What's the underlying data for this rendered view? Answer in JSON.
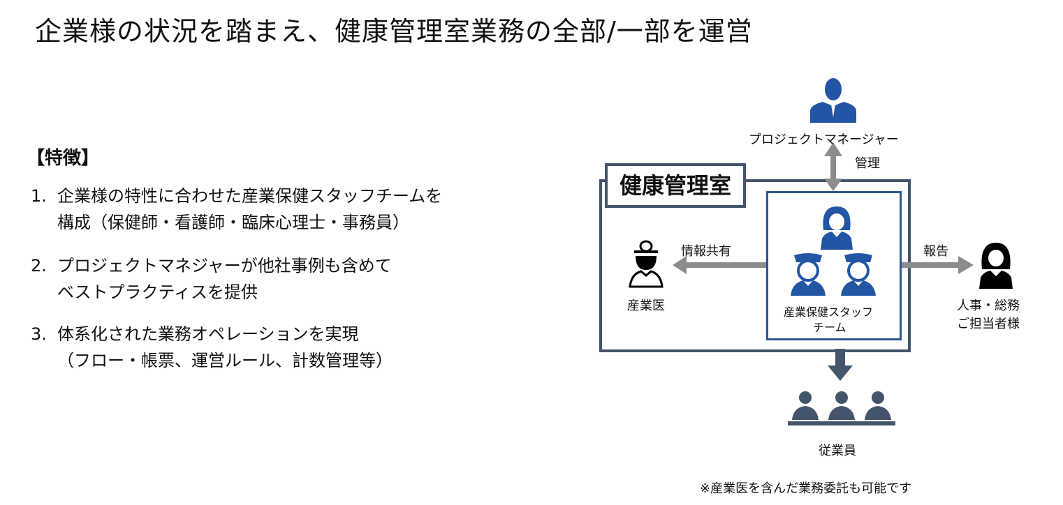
{
  "title": "企業様の状況を踏まえ、健康管理室業務の全部/一部を運営",
  "features": {
    "heading": "【特徴】",
    "items": [
      {
        "num": "1.",
        "line1": "企業様の特性に合わせた産業保健スタッフチームを",
        "line2": "構成（保健師・看護師・臨床心理士・事務員）"
      },
      {
        "num": "2.",
        "line1": "プロジェクトマネジャーが他社事例も含めて",
        "line2": "ベストプラクティスを提供"
      },
      {
        "num": "3.",
        "line1": "体系化された業務オペレーションを実現",
        "line2": "（フロー・帳票、運営ルール、計数管理等）"
      }
    ]
  },
  "diagram": {
    "room": "健康管理室",
    "pm": "プロジェクトマネージャー",
    "manage": "管理",
    "share": "情報共有",
    "doctor": "産業医",
    "team_line1": "産業保健スタッフ",
    "team_line2": "チーム",
    "report": "報告",
    "hr_line1": "人事・総務",
    "hr_line2": "ご担当者様",
    "employees": "従業員",
    "note": "※産業医を含んだ業務委託も可能です",
    "colors": {
      "frame": "#44546a",
      "blue": "#2255a4",
      "arrow": "#8c8c8c"
    }
  }
}
